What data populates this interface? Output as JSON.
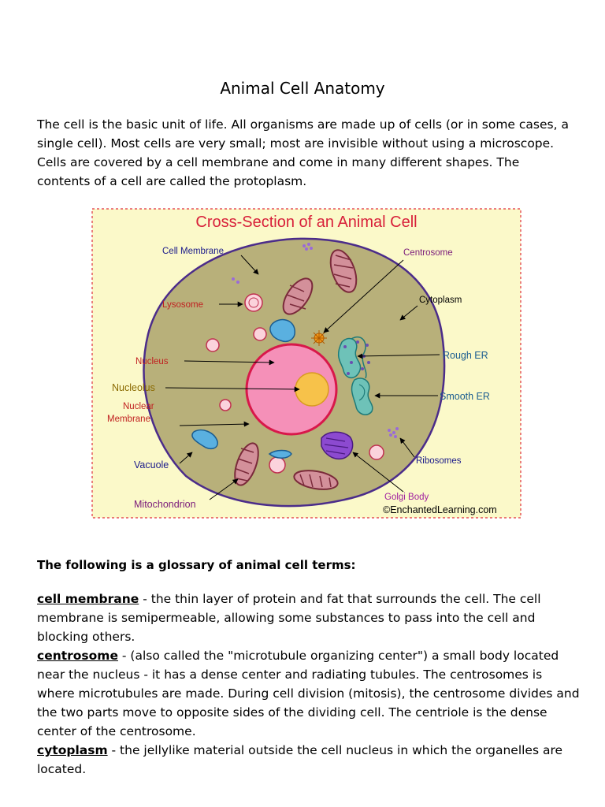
{
  "document": {
    "title": "Animal Cell Anatomy",
    "intro": "The cell is the basic unit of life. All organisms are made up of cells (or in some cases, a single cell). Most cells are very small; most are invisible without using a microscope. Cells are covered by a cell membrane and come in many different shapes. The contents of a cell are called the protoplasm."
  },
  "figure": {
    "title": "Cross-Section of an Animal Cell",
    "credit": "©EnchantedLearning.com",
    "labels": {
      "cell_membrane": "Cell Membrane",
      "lysosome": "Lysosome",
      "nucleus": "Nucleus",
      "nucleolus": "Nucleolus",
      "nuclear_membrane_1": "Nuclear",
      "nuclear_membrane_2": "Membrane",
      "vacuole": "Vacuole",
      "mitochondrion": "Mitochondrion",
      "centrosome": "Centrosome",
      "cytoplasm": "Cytoplasm",
      "rough_er": "Rough ER",
      "smooth_er": "Smooth ER",
      "ribosomes": "Ribosomes",
      "golgi_body": "Golgi Body"
    },
    "colors": {
      "background": "#fbf9c9",
      "border": "#e0303c",
      "cytoplasm": "#b8b07a",
      "cell_outline": "#4b2c8a",
      "nucleus": "#f590b8",
      "nuclear_membrane": "#d8184a",
      "nucleolus": "#f7c24a",
      "title": "#d8203a"
    }
  },
  "glossary": {
    "heading": "The following is a glossary of animal cell terms:",
    "entries": [
      {
        "term": "cell membrane",
        "definition": " - the thin layer of protein and fat that surrounds the cell. The cell membrane is semipermeable, allowing some substances to pass into the cell and blocking others."
      },
      {
        "term": "centrosome",
        "definition": " - (also called the \"microtubule organizing center\") a small body located near the nucleus - it has a dense center and radiating tubules. The centrosomes is where microtubules are made. During cell division (mitosis), the centrosome divides and the two parts move to opposite sides of the dividing cell. The centriole is the dense center of the centrosome."
      },
      {
        "term": "cytoplasm",
        "definition": " - the jellylike material outside the cell nucleus in which the organelles are located."
      }
    ]
  }
}
